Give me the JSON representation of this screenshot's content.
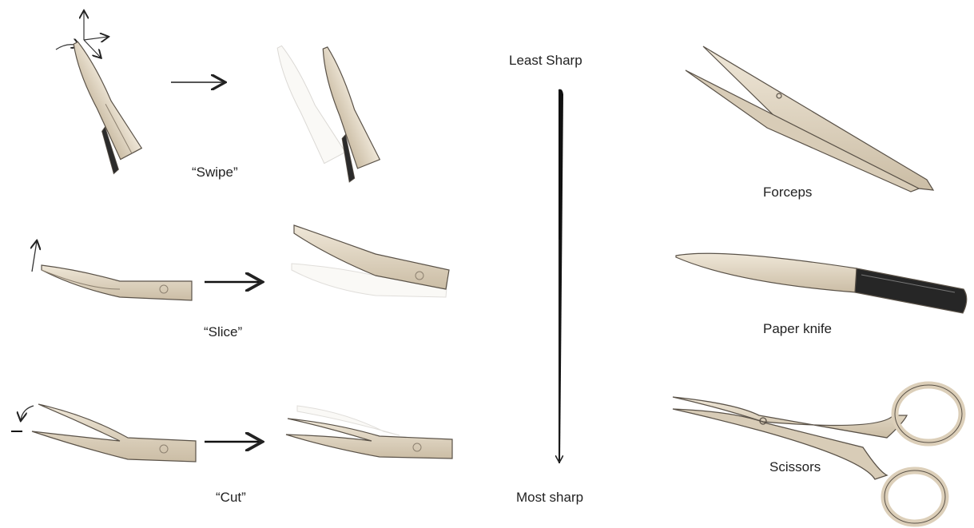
{
  "motions": {
    "swipe": "“Swipe”",
    "slice": "“Slice”",
    "cut": "“Cut”"
  },
  "scale": {
    "top": "Least Sharp",
    "bottom": "Most sharp"
  },
  "instruments": {
    "forceps": "Forceps",
    "knife": "Paper knife",
    "scissors": "Scissors"
  },
  "colors": {
    "metal": "#e6dccb",
    "metal_dark": "#b9ab94",
    "outline": "#5a5248",
    "handle": "#262626"
  }
}
